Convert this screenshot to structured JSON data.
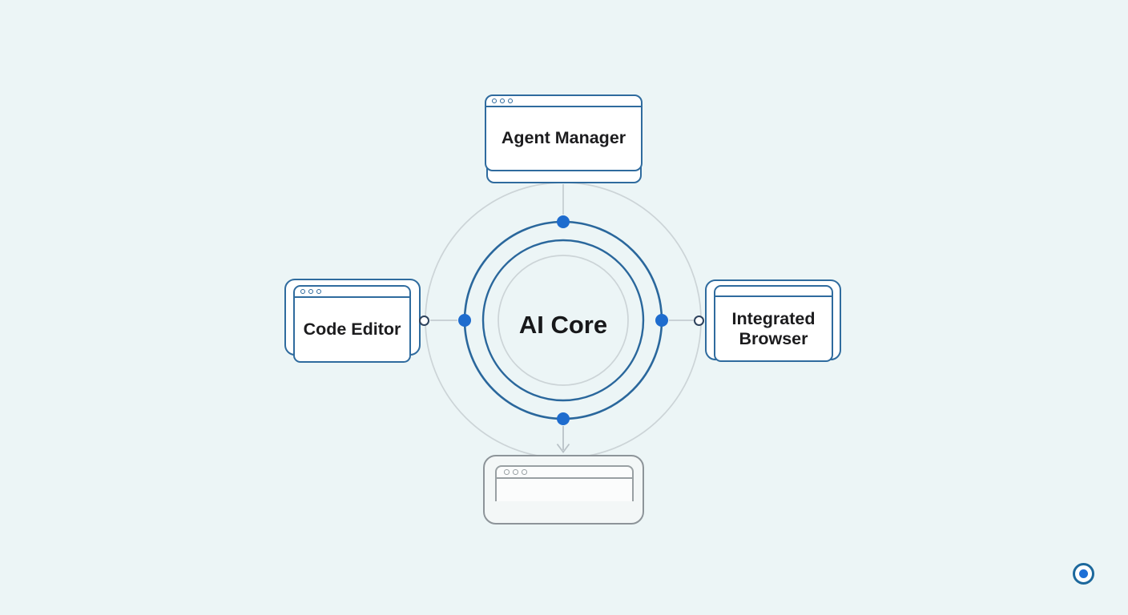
{
  "diagram": {
    "center": {
      "label": "AI Core"
    },
    "nodes": {
      "top": {
        "label": "Agent Manager"
      },
      "left": {
        "label": "Code Editor"
      },
      "right": {
        "label": "Integrated Browser"
      },
      "bottom": {
        "label": ""
      }
    }
  },
  "icons": {
    "window_dots": "three outlined window-control circles (css shapes)",
    "arrowhead": "downward chevron (svg path)",
    "target_marker": "ring with solid center dot (css shapes)"
  },
  "colors": {
    "background": "#ecf5f6",
    "card_border_blue": "#2f6b9e",
    "core_ring_blue": "#2a679c",
    "node_dot_blue": "#1e6cce",
    "port_outline_navy": "#2d425c",
    "link_gray": "#c5cdd1",
    "guide_circle_gray": "#ccd4d7",
    "placeholder_border_gray": "#8d9499",
    "placeholder_inner_gray": "#99a0a3",
    "text_dark": "#1c1c1e",
    "target_ring_blue": "#1c689c",
    "target_dot_blue": "#1e6fd6"
  }
}
